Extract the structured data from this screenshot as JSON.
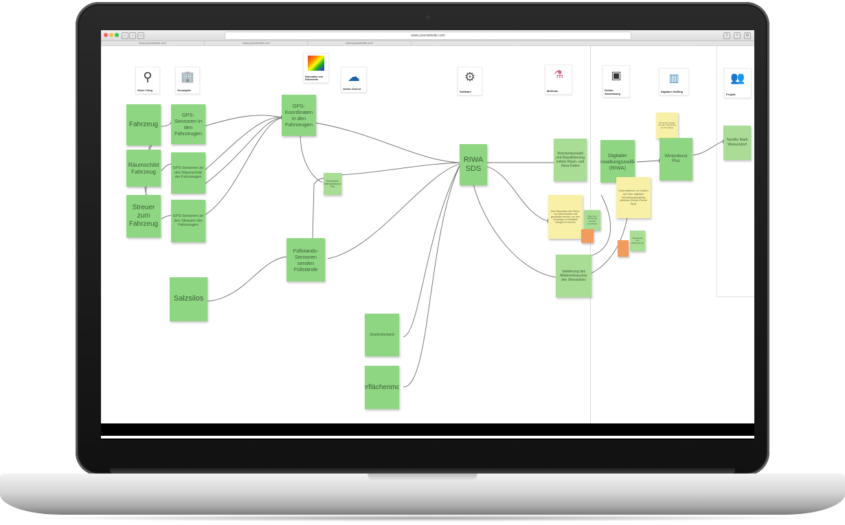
{
  "browser": {
    "url": "www.yourwebsite.com",
    "tabs": [
      "www.yourwebsite.com",
      "www.yourwebsite.com",
      "www.yourwebsite.com"
    ],
    "traffic_light_colors": [
      "#fc605c",
      "#fdbc40",
      "#34c84a"
    ]
  },
  "categories": [
    {
      "label": "Sicht / Ding",
      "icon": "streetlight-icon"
    },
    {
      "label": "Geoobjekt",
      "icon": "building-icon"
    },
    {
      "label": "Datensätze und Dokumente",
      "icon": "heatmap-icon"
    },
    {
      "label": "Online-Dienst",
      "icon": "cloud-gear-icon"
    },
    {
      "label": "Software",
      "icon": "gear-icon"
    },
    {
      "label": "Methode",
      "icon": "flask-icon"
    },
    {
      "label": "Online-Anwendung",
      "icon": "app-window-icon"
    },
    {
      "label": "Digitaler Zwilling",
      "icon": "twin-building-icon"
    },
    {
      "label": "Projekt",
      "icon": "people-icon"
    }
  ],
  "notes": {
    "fahrzeug": "Fahrzeug",
    "raeumschild": "Räumschild Fahrzeug",
    "streuer": "Streuer zum Fahrzeug",
    "gps_fahrzeuge": "GPS-Sensoren in den Fahrzeugen",
    "gps_raeumschild": "GPS-Sensoren an den Räumschild der Fahrzeugen",
    "gps_streuer": "GPS-Sensoren an den Streuern der Fahrzeugen",
    "gps_koordinaten": "GPS-Koordinaten in den Fahrzeugen",
    "small_mid": "Technischer Datenaustausch Plus",
    "fuellstands": "Füllstands-Sensoren senden Füllstände",
    "salzsilos": "Salzsilos",
    "riwa": "RIWA SDS",
    "strassenbestand": "Straßenbestand",
    "oberflaechenmodell": "Oberflächenmodell",
    "streckenauswahl": "Streckenauswahl und Klassifizierung mittels Räum- und Streu-Daten",
    "gelb_einsatz": "Eine Simulation der Räum- und Streueinsätze soll geschaltet werden, um den Vorschlag zu Einsätzen erfolgen zu können",
    "gruen_klein": "Daten der Fahrzeuge werden verarbeitet",
    "validierung": "Validierung des Mittelverbrauches des Streusalzes",
    "digitaler_zwilling": "Digitaler Verwaltungszwilling (RIWA)",
    "info_gelb": "Informationen zu Kosten auf dem digitalen Verwaltungszwilling sichtbar (Smart Phone App)",
    "gelb_top": "Winterdienstdaten aus der Verwaltung als Grundlage",
    "winterdienst": "Winterdienst Plus",
    "gruen_unten": "Datenbasis des Winterdiensts",
    "twinby": "TwinBy Mark Weisendorf"
  }
}
